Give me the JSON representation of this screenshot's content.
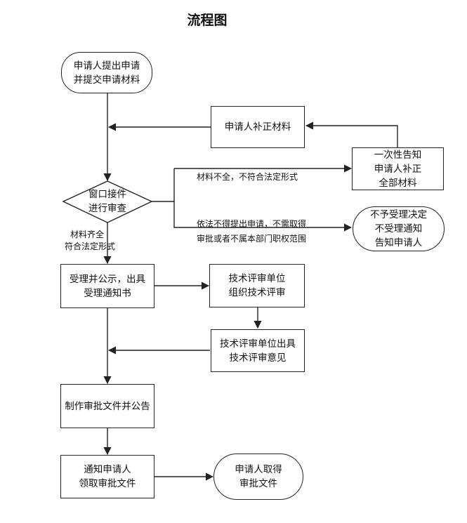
{
  "title": "流程图",
  "nodes": {
    "start": [
      "申请人提出申请",
      "并提交申请材料"
    ],
    "supplement": [
      "申请人补正材料"
    ],
    "notify_once": [
      "一次性告知",
      "申请人补正",
      "全部材料"
    ],
    "window_review": [
      "窗口接件",
      "进行审查"
    ],
    "not_accept": [
      "不予受理决定",
      "不受理通知",
      "告知申请人"
    ],
    "accept": [
      "受理并公示，出具",
      "受理通知书"
    ],
    "tech_review": [
      "技术评审单位",
      "组织技术评审"
    ],
    "tech_opinion": [
      "技术评审单位出具",
      "技术评审意见"
    ],
    "approval": [
      "制作审批文件并公告"
    ],
    "notify_collect": [
      "通知申请人",
      "领取审批文件"
    ],
    "end": [
      "申请人取得",
      "审批文件"
    ]
  },
  "edge_labels": {
    "incomplete": [
      "材料不全，不符合法定形式"
    ],
    "reject": [
      "依法不得提出申请，不需取得",
      "审批或者不属本部门职权范围"
    ],
    "complete": [
      "材料齐全",
      "符合法定形式"
    ]
  }
}
